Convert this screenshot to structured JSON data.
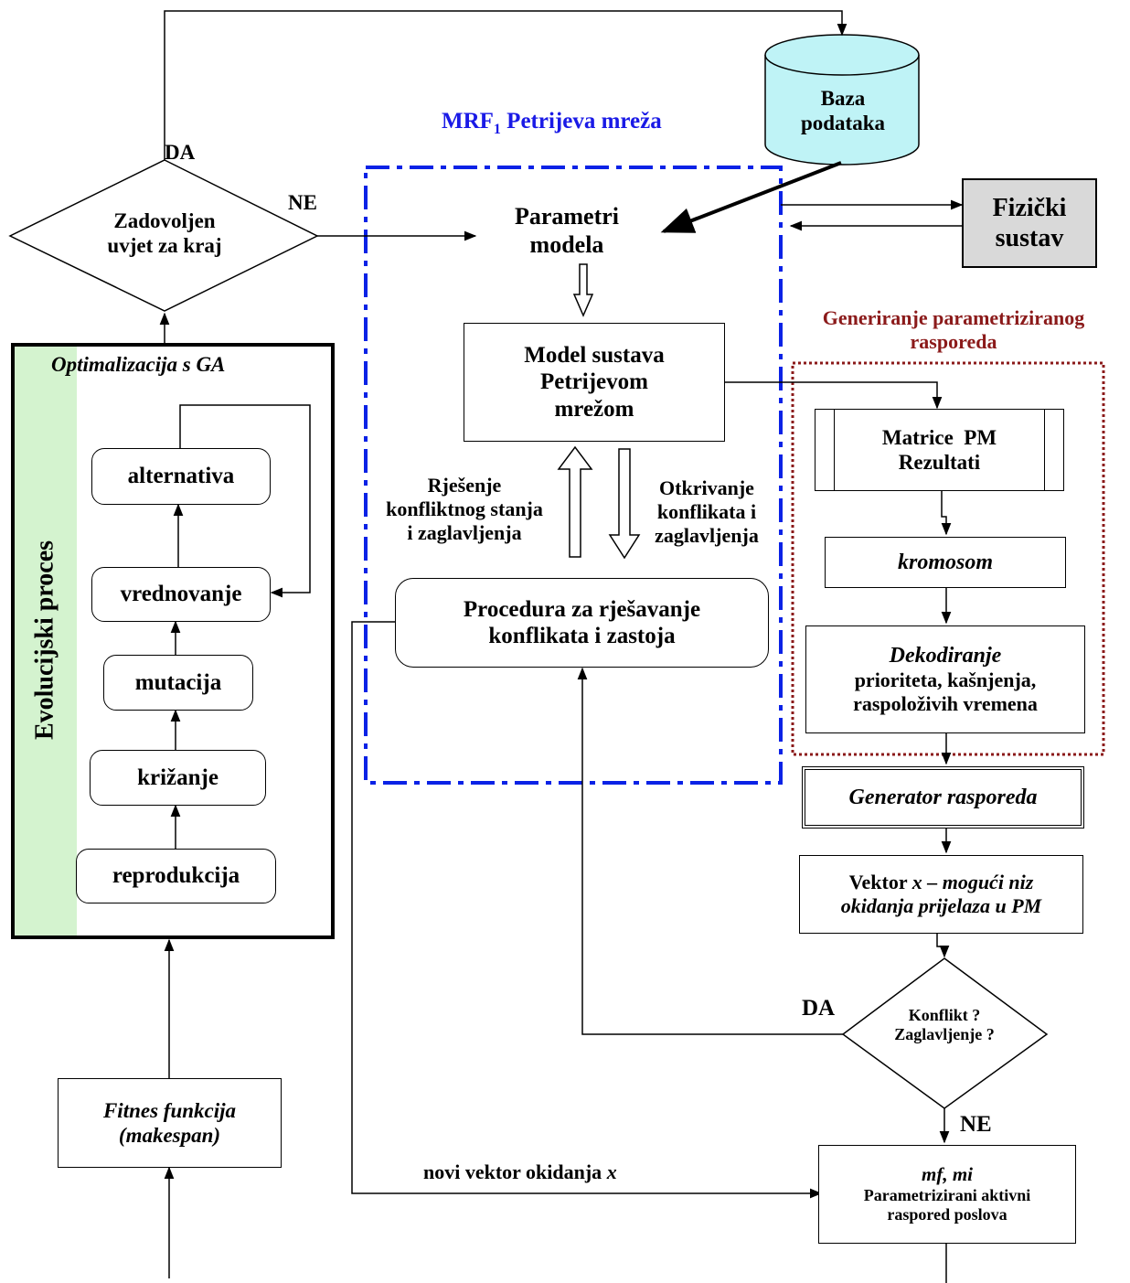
{
  "colors": {
    "mrf_border": "#0a22e6",
    "mrf_title": "#1a1ae6",
    "gen_border": "#8b1a1a",
    "gen_title": "#8b1a1a",
    "db_fill": "#bff3f6",
    "physical_fill": "#d9d9d9",
    "evol_fill": "#d4f3cf"
  },
  "db": {
    "line1": "Baza",
    "line2": "podataka"
  },
  "physical": {
    "line1": "Fizički",
    "line2": "sustav"
  },
  "mrf": {
    "title": "MRF",
    "title_sub": "1",
    "title_rest": " Petrijeva mreža"
  },
  "decision_end": {
    "line1": "Zadovoljen",
    "line2": "uvjet za kraj",
    "yes": "DA",
    "no": "NE"
  },
  "params": {
    "line1": "Parametri",
    "line2": "modela"
  },
  "model": {
    "line1": "Model sustava",
    "line2": "Petrijevom",
    "line3": "mrežom"
  },
  "resolution_label": {
    "line1": "Rješenje",
    "line2": "konfliktnog stanja",
    "line3": "i zaglavljenja"
  },
  "detection_label": {
    "line1": "Otkrivanje",
    "line2": "konflikata i",
    "line3": "zaglavljenja"
  },
  "procedure": {
    "line1": "Procedura za rješavanje",
    "line2": "konflikata i zastoja"
  },
  "ga": {
    "title": "Optimalizacija s GA",
    "side_label": "Evolucijski proces",
    "steps": [
      "alternativa",
      "vrednovanje",
      "mutacija",
      "križanje",
      "reprodukcija"
    ]
  },
  "gen": {
    "title_line1": "Generiranje parametriziranog",
    "title_line2": "rasporeda",
    "matrices_line1": "Matrice  PM",
    "matrices_line2": "Rezultati",
    "chromosome": "kromosom",
    "decode_line1": "Dekodiranje",
    "decode_line2": "prioriteta, kašnjenja,",
    "decode_line3": "raspoloživih vremena",
    "generator": "Generator rasporeda",
    "vector_line1a": "Vektor ",
    "vector_line1b": "x – mogući niz",
    "vector_line2": "okidanja prijelaza u PM"
  },
  "conflict": {
    "line1": "Konflikt ?",
    "line2": "Zaglavljenje ?",
    "yes": "DA",
    "no": "NE"
  },
  "fitness": {
    "line1": "Fitnes funkcija",
    "line2": "(makespan)"
  },
  "new_vector": {
    "text": "novi vektor okidanja ",
    "var": "x"
  },
  "result": {
    "line1": "mf, mi",
    "line2": "Parametrizirani aktivni",
    "line3": "raspored poslova"
  }
}
